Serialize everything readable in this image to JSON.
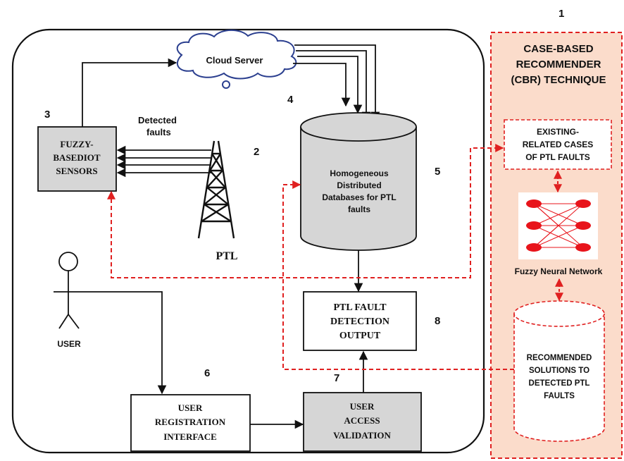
{
  "numbers": {
    "n1": "1",
    "n2": "2",
    "n3": "3",
    "n4": "4",
    "n5": "5",
    "n6": "6",
    "n7": "7",
    "n8": "8"
  },
  "cloud_server": "Cloud Server",
  "detected_faults": [
    "Detected",
    "faults"
  ],
  "iot_sensors": [
    "FUZZY-",
    "BASEDIOT",
    "SENSORS"
  ],
  "database": [
    "Homogeneous",
    "Distributed",
    "Databases for PTL",
    "faults"
  ],
  "ptl_label": "PTL",
  "user_label": "USER",
  "fault_output": [
    "PTL FAULT",
    "DETECTION",
    "OUTPUT"
  ],
  "registration": [
    "USER",
    "REGISTRATION",
    "INTERFACE"
  ],
  "access_validation": [
    "USER",
    "ACCESS",
    "VALIDATION"
  ],
  "cbr": {
    "title": [
      "CASE-BASED",
      "RECOMMENDER",
      "(CBR) TECHNIQUE"
    ],
    "existing_cases": [
      "EXISTING-",
      "RELATED CASES",
      "OF PTL FAULTS"
    ],
    "fuzzy_nn": "Fuzzy Neural Network",
    "recommended": [
      "RECOMMENDED",
      "SOLUTIONS TO",
      "DETECTED PTL",
      "FAULTS"
    ]
  },
  "colors": {
    "cbr_panel_fill": "#fbdccb",
    "dashed_red": "#e02020",
    "gray_box": "#d6d6d6",
    "nn_node": "#e8141b"
  }
}
